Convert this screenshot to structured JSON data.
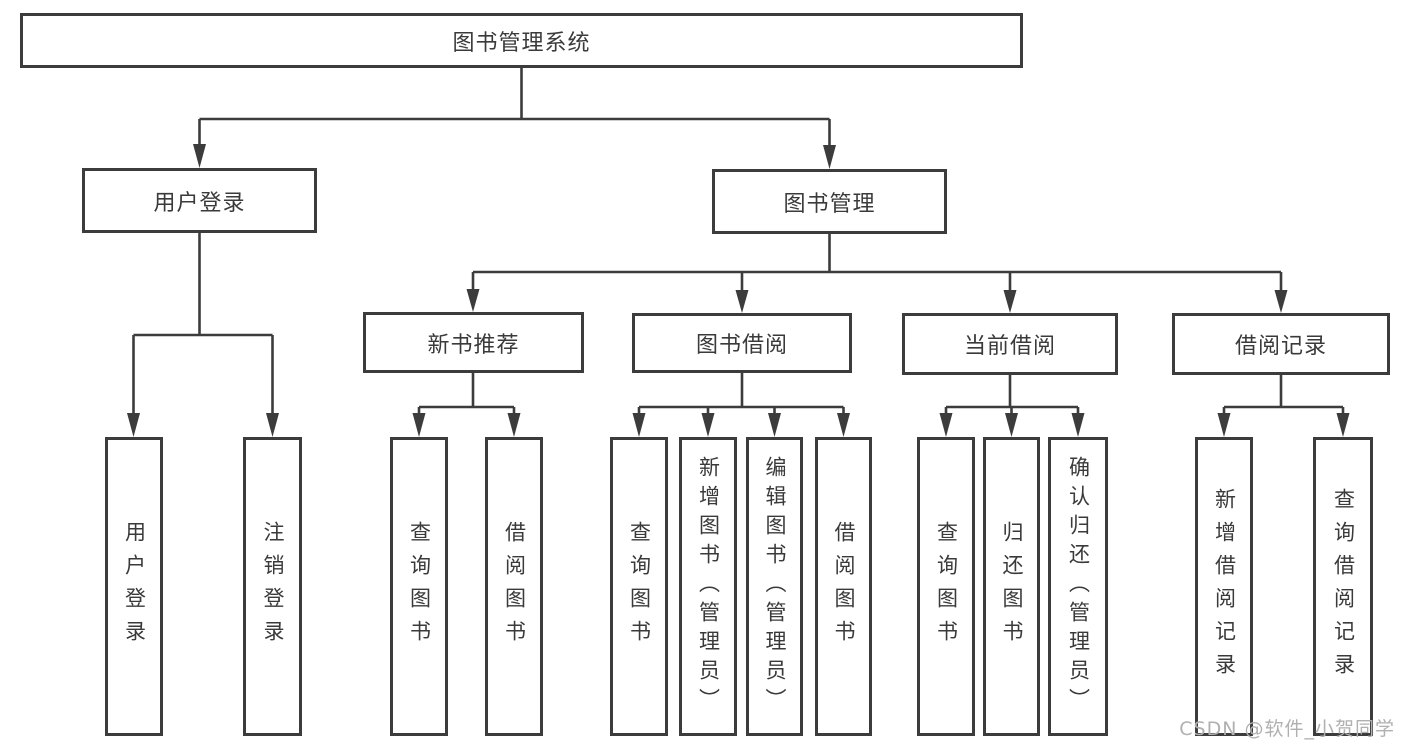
{
  "diagram": {
    "root": {
      "label": "图书管理系统",
      "children": [
        {
          "label": "用户登录",
          "children": [
            {
              "label": "用户登录"
            },
            {
              "label": "注销登录"
            }
          ]
        },
        {
          "label": "图书管理",
          "children": [
            {
              "label": "新书推荐",
              "children": [
                {
                  "label": "查询图书"
                },
                {
                  "label": "借阅图书"
                }
              ]
            },
            {
              "label": "图书借阅",
              "children": [
                {
                  "label": "查询图书"
                },
                {
                  "label": "新增图书（管理员）"
                },
                {
                  "label": "编辑图书（管理员）"
                },
                {
                  "label": "借阅图书"
                }
              ]
            },
            {
              "label": "当前借阅",
              "children": [
                {
                  "label": "查询图书"
                },
                {
                  "label": "归还图书"
                },
                {
                  "label": "确认归还（管理员）"
                }
              ]
            },
            {
              "label": "借阅记录",
              "children": [
                {
                  "label": "新增借阅记录"
                },
                {
                  "label": "查询借阅记录"
                }
              ]
            }
          ]
        }
      ]
    }
  },
  "watermark": {
    "text": "CSDN @软件_小贺同学"
  },
  "colors": {
    "line": "#3c3c3c",
    "text": "#3a3a3a",
    "watermark": "#b0b0b0",
    "background": "#ffffff"
  }
}
